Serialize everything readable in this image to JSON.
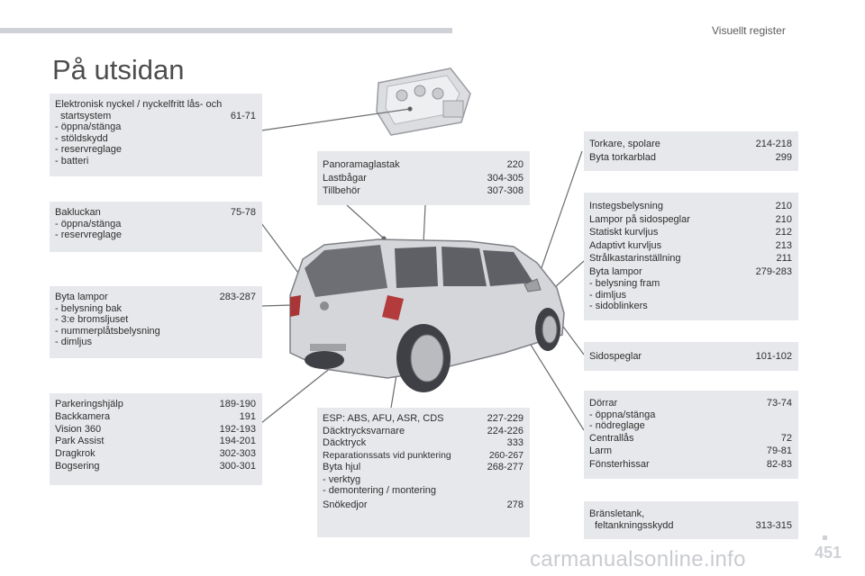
{
  "header": {
    "section_title": "Visuellt register",
    "page_title": "På utsidan"
  },
  "boxes": {
    "key": {
      "title_line1": "Elektronisk nyckel / nyckelfritt lås- och",
      "title_line2": "startsystem",
      "pages": "61-71",
      "items": [
        "-   öppna/stänga",
        "-   stöldskydd",
        "-   reservreglage",
        "-   batteri"
      ]
    },
    "tailgate": {
      "label": "Bakluckan",
      "pages": "75-78",
      "items": [
        "-   öppna/stänga",
        "-   reservreglage"
      ]
    },
    "rear_lamps": {
      "label": "Byta lampor",
      "pages": "283-287",
      "items": [
        "-   belysning bak",
        "-   3:e bromsljuset",
        "-   nummerplåtsbelysning",
        "-   dimljus"
      ]
    },
    "parking": {
      "rows": [
        {
          "label": "Parkeringshjälp",
          "pages": "189-190"
        },
        {
          "label": "Backkamera",
          "pages": "191"
        },
        {
          "label": "Vision 360",
          "pages": "192-193"
        },
        {
          "label": "Park Assist",
          "pages": "194-201"
        },
        {
          "label": "Dragkrok",
          "pages": "302-303"
        },
        {
          "label": "Bogsering",
          "pages": "300-301"
        }
      ]
    },
    "roof": {
      "rows": [
        {
          "label": "Panoramaglastak",
          "pages": "220"
        },
        {
          "label": "Lastbågar",
          "pages": "304-305"
        },
        {
          "label": "Tillbehör",
          "pages": "307-308"
        }
      ]
    },
    "wheels": {
      "rows": [
        {
          "label": "ESP: ABS, AFU, ASR, CDS",
          "pages": "227-229"
        },
        {
          "label": "Däcktrycksvarnare",
          "pages": "224-226"
        },
        {
          "label": "Däcktryck",
          "pages": "333"
        },
        {
          "label": "Reparationssats vid punktering",
          "pages": "260-267"
        },
        {
          "label": "Byta hjul",
          "pages": "268-277"
        }
      ],
      "items": [
        "-   verktyg",
        "-   demontering / montering"
      ],
      "last": {
        "label": "Snökedjor",
        "pages": "278"
      }
    },
    "wipers": {
      "rows": [
        {
          "label": "Torkare, spolare",
          "pages": "214-218"
        },
        {
          "label": "Byta torkarblad",
          "pages": "299"
        }
      ]
    },
    "front_lights": {
      "rows": [
        {
          "label": "Instegsbelysning",
          "pages": "210"
        },
        {
          "label": "Lampor på sidospeglar",
          "pages": "210"
        },
        {
          "label": "Statiskt kurvljus",
          "pages": "212"
        },
        {
          "label": "Adaptivt kurvljus",
          "pages": "213"
        },
        {
          "label": "Strålkastarinställning",
          "pages": "211"
        },
        {
          "label": "Byta lampor",
          "pages": "279-283"
        }
      ],
      "items": [
        "-   belysning fram",
        "-   dimljus",
        "-   sidoblinkers"
      ]
    },
    "mirrors": {
      "label": "Sidospeglar",
      "pages": "101-102"
    },
    "doors": {
      "label": "Dörrar",
      "pages": "73-74",
      "items": [
        "-   öppna/stänga",
        "-   nödreglage"
      ],
      "rows": [
        {
          "label": "Centrallås",
          "pages": "72"
        },
        {
          "label": "Larm",
          "pages": "79-81"
        },
        {
          "label": "Fönsterhissar",
          "pages": "82-83"
        }
      ]
    },
    "fuel": {
      "label_line1": "Bränsletank,",
      "label_line2": "feltankningsskydd",
      "pages": "313-315"
    }
  },
  "footer": {
    "page_number": "451",
    "watermark": "carmanualsonline.info"
  }
}
